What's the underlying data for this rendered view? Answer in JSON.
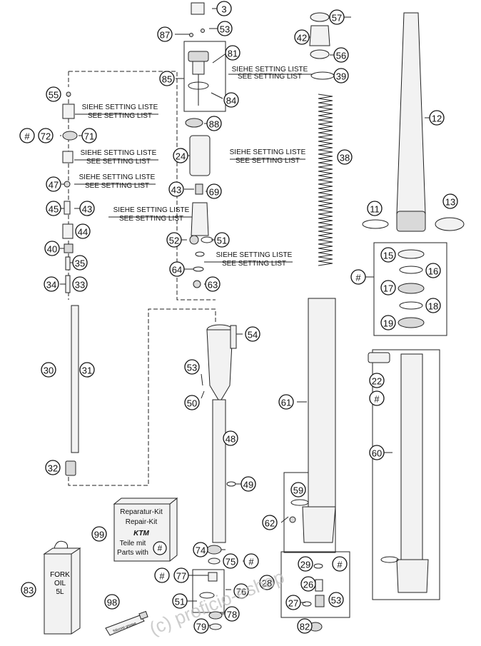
{
  "callouts": [
    {
      "id": "c3",
      "label": "3"
    },
    {
      "id": "c87",
      "label": "87"
    },
    {
      "id": "c53a",
      "label": "53"
    },
    {
      "id": "c81",
      "label": "81"
    },
    {
      "id": "c85",
      "label": "85"
    },
    {
      "id": "c84",
      "label": "84"
    },
    {
      "id": "c57",
      "label": "57"
    },
    {
      "id": "c42",
      "label": "42"
    },
    {
      "id": "c56",
      "label": "56"
    },
    {
      "id": "c39",
      "label": "39"
    },
    {
      "id": "c12",
      "label": "12"
    },
    {
      "id": "c55",
      "label": "55"
    },
    {
      "id": "c72",
      "label": "72"
    },
    {
      "id": "c71",
      "label": "71"
    },
    {
      "id": "hashA",
      "label": "#"
    },
    {
      "id": "c88",
      "label": "88"
    },
    {
      "id": "c24",
      "label": "24"
    },
    {
      "id": "c38",
      "label": "38"
    },
    {
      "id": "c47",
      "label": "47"
    },
    {
      "id": "c43a",
      "label": "43"
    },
    {
      "id": "c69",
      "label": "69"
    },
    {
      "id": "c45",
      "label": "45"
    },
    {
      "id": "c43b",
      "label": "43"
    },
    {
      "id": "c11",
      "label": "11"
    },
    {
      "id": "c13",
      "label": "13"
    },
    {
      "id": "c44",
      "label": "44"
    },
    {
      "id": "c52",
      "label": "52"
    },
    {
      "id": "c51a",
      "label": "51"
    },
    {
      "id": "c40",
      "label": "40"
    },
    {
      "id": "c35",
      "label": "35"
    },
    {
      "id": "c64",
      "label": "64"
    },
    {
      "id": "c15",
      "label": "15"
    },
    {
      "id": "c16",
      "label": "16"
    },
    {
      "id": "hashB",
      "label": "#"
    },
    {
      "id": "c17",
      "label": "17"
    },
    {
      "id": "c18",
      "label": "18"
    },
    {
      "id": "c19",
      "label": "19"
    },
    {
      "id": "c34",
      "label": "34"
    },
    {
      "id": "c33",
      "label": "33"
    },
    {
      "id": "c63",
      "label": "63"
    },
    {
      "id": "c54",
      "label": "54"
    },
    {
      "id": "c53b",
      "label": "53"
    },
    {
      "id": "c30",
      "label": "30"
    },
    {
      "id": "c31",
      "label": "31"
    },
    {
      "id": "c50",
      "label": "50"
    },
    {
      "id": "c22",
      "label": "22"
    },
    {
      "id": "hashC",
      "label": "#"
    },
    {
      "id": "c61",
      "label": "61"
    },
    {
      "id": "c48",
      "label": "48"
    },
    {
      "id": "c60",
      "label": "60"
    },
    {
      "id": "c32",
      "label": "32"
    },
    {
      "id": "c49",
      "label": "49"
    },
    {
      "id": "c59",
      "label": "59"
    },
    {
      "id": "c62",
      "label": "62"
    },
    {
      "id": "c99",
      "label": "99"
    },
    {
      "id": "c74",
      "label": "74"
    },
    {
      "id": "c75",
      "label": "75"
    },
    {
      "id": "hashD",
      "label": "#"
    },
    {
      "id": "c29",
      "label": "29"
    },
    {
      "id": "hashE",
      "label": "#"
    },
    {
      "id": "c83",
      "label": "83"
    },
    {
      "id": "hashF",
      "label": "#"
    },
    {
      "id": "c77",
      "label": "77"
    },
    {
      "id": "c76",
      "label": "76"
    },
    {
      "id": "c28",
      "label": "28"
    },
    {
      "id": "c26",
      "label": "26"
    },
    {
      "id": "c98",
      "label": "98"
    },
    {
      "id": "c51b",
      "label": "51"
    },
    {
      "id": "c27",
      "label": "27"
    },
    {
      "id": "c53c",
      "label": "53"
    },
    {
      "id": "c78",
      "label": "78"
    },
    {
      "id": "c79",
      "label": "79"
    },
    {
      "id": "c82",
      "label": "82"
    }
  ],
  "notes": [
    {
      "id": "n39",
      "de": "SIEHE SETTING LISTE",
      "en": "SEE SETTING LIST"
    },
    {
      "id": "n55",
      "de": "SIEHE SETTING LISTE",
      "en": "SEE SETTING LIST"
    },
    {
      "id": "n38",
      "de": "SIEHE SETTING LISTE",
      "en": "SEE SETTING LIST"
    },
    {
      "id": "nspring",
      "de": "SIEHE SETTING LISTE",
      "en": "SEE SETTING LIST"
    },
    {
      "id": "n47",
      "de": "SIEHE SETTING LISTE",
      "en": "SEE SETTING LIST"
    },
    {
      "id": "n69",
      "de": "SIEHE SETTING LISTE",
      "en": "SEE SETTING LIST"
    },
    {
      "id": "n64",
      "de": "SIEHE SETTING LISTE",
      "en": "SEE SETTING LIST"
    }
  ],
  "kit_box": {
    "line1": "Reparatur-Kit",
    "line2": "Repair-Kit",
    "logo": "KTM",
    "line3": "Teile mit",
    "line4": "Parts with",
    "symbol": "#"
  },
  "oil_can": {
    "line1": "FORK",
    "line2": "OIL",
    "line3": "5L"
  },
  "grease_tube": {
    "label": "Silicone grease"
  },
  "watermark": "(c) proficio-eshop"
}
